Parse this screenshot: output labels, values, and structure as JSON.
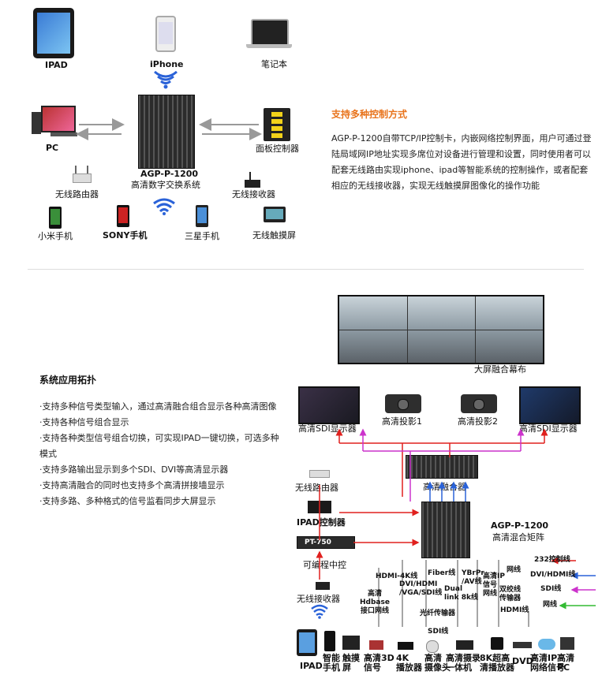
{
  "top": {
    "ipad_label": "IPAD",
    "iphone_label": "iPhone",
    "laptop_label": "笔记本",
    "pc_label": "PC",
    "panel_label": "面板控制器",
    "matrix_model": "AGP-P-1200",
    "matrix_desc": "高清数字交换系统",
    "router_label": "无线路由器",
    "receiver_label": "无线接收器",
    "xiaomi_label": "小米手机",
    "sony_label": "SONY手机",
    "samsung_label": "三星手机",
    "touch_label": "无线触摸屏",
    "feature_title": "支持多种控制方式",
    "feature_text": "AGP-P-1200自带TCP/IP控制卡，内嵌网络控制界面，用户可通过登陆局域网IP地址实现多席位对设备进行管理和设置，同时使用者可以配套无线路由实现iphone、ipad等智能系统的控制操作，或者配套相应的无线接收器，实现无线触摸屏图像化的操作功能"
  },
  "bottom": {
    "section_title": "系统应用拓扑",
    "bullets": [
      "·支持多种信号类型输入，通过高清融合组合显示各种高清图像",
      "·支持各种信号组合显示",
      "·支持各种类型信号组合切换，可实现IPAD一键切换，可选多种模式",
      "·支持多路输出显示到多个SDI、DVI等高清显示器",
      "·支持高清融合的同时也支持多个高清拼接墙显示",
      "·支持多路、多种格式的信号监看同步大屏显示"
    ],
    "diagram": {
      "big_screen": "大屏融合幕布",
      "sdi_left": "高清SDI显示器",
      "sdi_right": "高清SDI显示器",
      "projector1": "高清投影1",
      "projector2": "高清投影2",
      "fusion": "高清融合器",
      "router": "无线路由器",
      "ipad_ctrl": "IPAD控制器",
      "pt750": "PT-750",
      "pt750_desc": "可编程中控",
      "receiver": "无线接收器",
      "matrix_model": "AGP-P-1200",
      "matrix_desc": "高清混合矩阵",
      "legend": [
        "232控制线",
        "DVI/HDMI线",
        "SDI线",
        "网线"
      ],
      "cable_labels": {
        "hdmi4k": "HDMI-4K线",
        "dvi_hdmi": "DVI/HDMI\n/VGA/SDI线",
        "fiber": "Fiber线",
        "ybrpr": "YBrPr\n/AV线",
        "hdbase": "高清\nHdbase\n接口网线",
        "dual": "Dual\nlink 8k线",
        "hdip": "高清IP\n信号\n网线",
        "network": "网线",
        "twisted": "双绞线\n传输器",
        "hdmi_line": "HDMI线",
        "optical": "光纤传输器",
        "sdi_line": "SDI线"
      },
      "sources": [
        "IPAD",
        "智能\n手机",
        "触摸\n屏",
        "高清3D\n信号",
        "4K\n播放器",
        "高清\n摄像头",
        "高清摄录\n一体机",
        "8K超高\n清播放器",
        "DVD",
        "高清IP\n网络信号",
        "高清\nPC"
      ]
    }
  },
  "colors": {
    "accent": "#e8731b",
    "red": "#e0201e",
    "blue": "#2a62d8",
    "magenta": "#cc33cc",
    "green": "#33bb33",
    "gray": "#888888"
  }
}
